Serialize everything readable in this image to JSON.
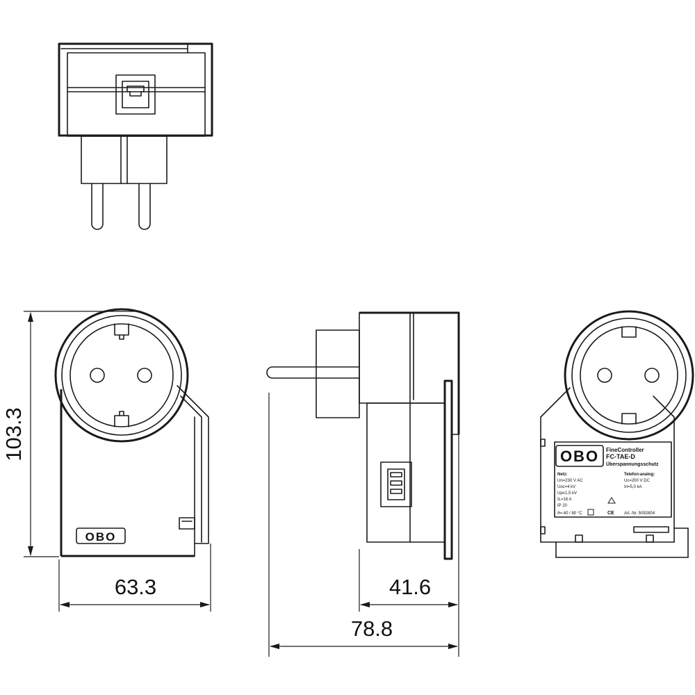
{
  "views": {
    "top": {
      "name": "top-view"
    },
    "front": {
      "name": "front-view",
      "logo": "OBO"
    },
    "side": {
      "name": "side-view"
    },
    "back": {
      "name": "back-view"
    }
  },
  "dimensions": {
    "height": "103.3",
    "width": "63.3",
    "depth_body": "41.6",
    "depth_total": "78.8"
  },
  "nameplate": {
    "logo": "OBO",
    "title_lines": [
      "FineController",
      "FC-TAE-D",
      "Überspannungsschutz"
    ],
    "left_header": "Netz:",
    "left_lines": [
      "Un=230 V AC",
      "Uoc=4 kV",
      "Up≤1,5 kV",
      "IL=16 A",
      "IP 20"
    ],
    "left_footer": "ϑ=-40 / 80 °C",
    "right_header": "Telefon-analog:",
    "right_lines": [
      "Uc=200 V DC",
      "In=5,0 kA"
    ],
    "art_no": "Art.-Nr. 5092804",
    "ce_mark": "CE"
  }
}
